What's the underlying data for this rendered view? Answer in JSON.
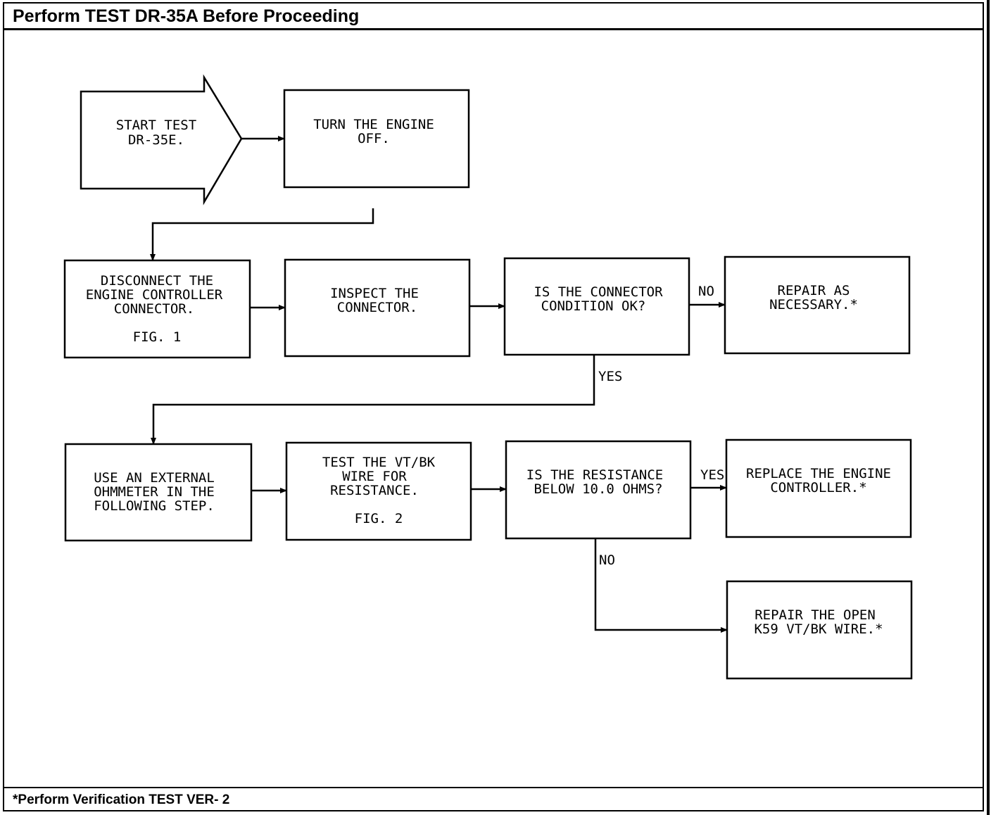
{
  "header": {
    "title": "Perform TEST DR-35A Before Proceeding"
  },
  "footer": {
    "note": "*Perform Verification TEST VER- 2"
  },
  "nodes": {
    "start": [
      "START TEST",
      "DR-35E."
    ],
    "engine_off": [
      "TURN THE ENGINE",
      "OFF."
    ],
    "disconnect": [
      "DISCONNECT THE",
      "ENGINE CONTROLLER",
      "CONNECTOR.",
      "FIG. 1"
    ],
    "inspect": [
      "INSPECT THE",
      "CONNECTOR."
    ],
    "connector_ok": [
      "IS THE CONNECTOR",
      "CONDITION OK?"
    ],
    "repair": [
      "REPAIR AS",
      "NECESSARY.*"
    ],
    "ohmmeter": [
      "USE AN EXTERNAL",
      "OHMMETER IN THE",
      "FOLLOWING STEP."
    ],
    "test_wire": [
      "TEST THE VT/BK",
      "WIRE FOR",
      "RESISTANCE.",
      "FIG. 2"
    ],
    "resistance": [
      "IS THE RESISTANCE",
      "BELOW 10.0 OHMS?"
    ],
    "replace": [
      "REPLACE THE ENGINE",
      "CONTROLLER.*"
    ],
    "repair_open": [
      "REPAIR THE OPEN",
      "K59 VT/BK WIRE.*"
    ]
  },
  "edge_labels": {
    "connector_no": "NO",
    "connector_yes": "YES",
    "resistance_yes": "YES",
    "resistance_no": "NO"
  }
}
